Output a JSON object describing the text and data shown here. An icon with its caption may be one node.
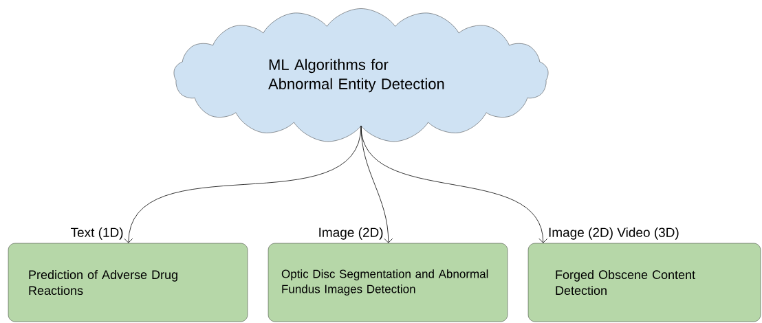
{
  "diagram": {
    "nodes": [
      {
        "text": [
          "ML Algorithms for Abnormal Entity Detection"
        ]
      },
      {
        "text": [
          "Prediction of Adverse Drug Reactions"
        ]
      },
      {
        "text": [
          "Optic Disc Segmentation and Abnormal Fundus Images Detection"
        ]
      },
      {
        "text": [
          "Forged Obscene Content Detection"
        ]
      }
    ],
    "edges": [
      {
        "from": 0,
        "to": 1,
        "arrow": "to",
        "label": "Text (1D)"
      },
      {
        "from": 0,
        "to": 2,
        "arrow": "to",
        "label": "Image (2D)"
      },
      {
        "from": 0,
        "to": 3,
        "arrow": "to",
        "label": "Image (2D) Video (3D)"
      }
    ]
  }
}
